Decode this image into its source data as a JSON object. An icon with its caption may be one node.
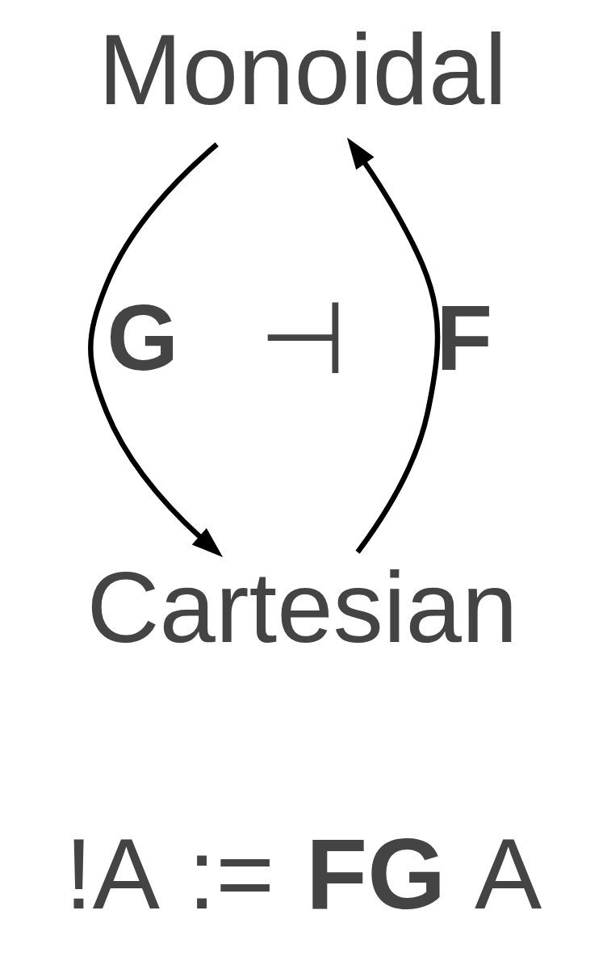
{
  "diagram": {
    "nodes": [
      {
        "text": [
          "Monoidal"
        ]
      },
      {
        "text": [
          "Cartesian"
        ]
      }
    ],
    "edges": [
      {
        "from": 1,
        "to": 0,
        "arrow": "to",
        "label": "F"
      },
      {
        "from": 0,
        "to": 1,
        "arrow": "to",
        "label": "G"
      }
    ],
    "labels": [
      "⊣",
      "!A := **FG** A"
    ]
  }
}
